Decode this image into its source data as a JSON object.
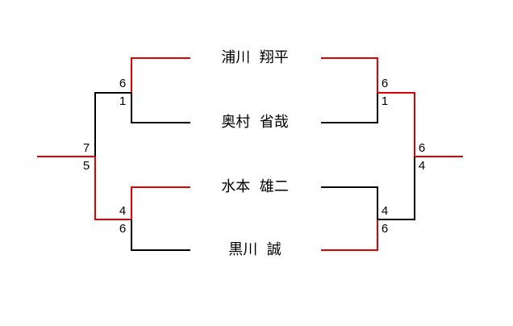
{
  "bracket": {
    "players": [
      {
        "name": "浦川  翔平"
      },
      {
        "name": "奥村  省哉"
      },
      {
        "name": "水本  雄二"
      },
      {
        "name": "黒川  誠"
      }
    ],
    "left": {
      "semi_top": {
        "top_score": "6",
        "bottom_score": "1"
      },
      "semi_bottom": {
        "top_score": "4",
        "bottom_score": "6"
      },
      "final": {
        "top_score": "7",
        "bottom_score": "5"
      }
    },
    "right": {
      "semi_top": {
        "top_score": "6",
        "bottom_score": "1"
      },
      "semi_bottom": {
        "top_score": "4",
        "bottom_score": "6"
      },
      "final": {
        "top_score": "6",
        "bottom_score": "4"
      }
    }
  },
  "colors": {
    "winner_line": "#e00000",
    "loser_line": "#000000"
  }
}
